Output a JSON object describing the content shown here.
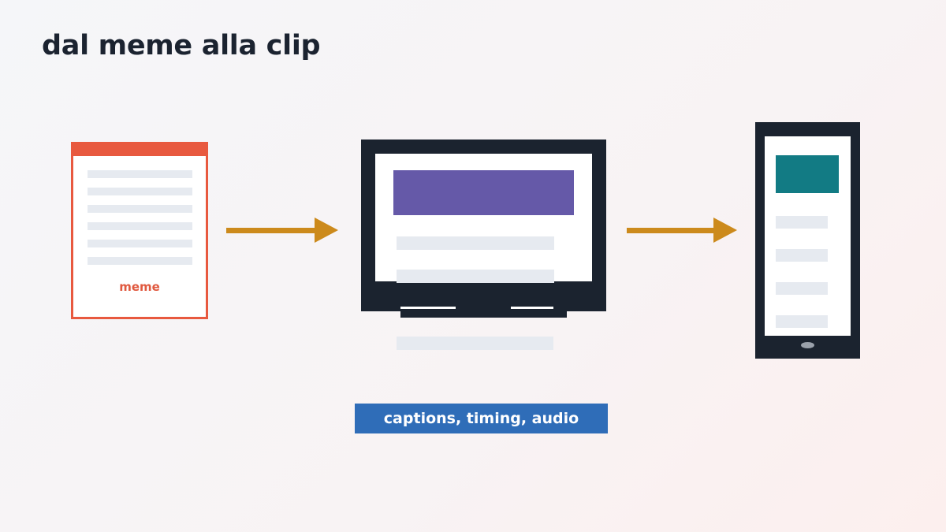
{
  "title": "dal meme alla clip",
  "nodes": {
    "meme": {
      "label": "meme",
      "accent": "#e8593f"
    },
    "editor": {
      "accent": "#6559a8"
    },
    "phone": {
      "accent": "#127b84"
    }
  },
  "caption": "captions, timing, audio",
  "colors": {
    "arrow": "#cc8a1c",
    "device": "#1b232f",
    "placeholder_line": "#e6eaf0",
    "caption_bg": "#2f6db8",
    "title": "#1b2330"
  }
}
